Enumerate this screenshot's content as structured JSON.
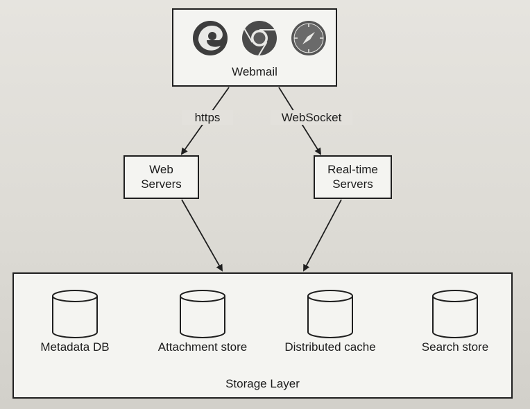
{
  "diagram": {
    "client": {
      "label": "Webmail",
      "browser_icons": [
        "edge-browser-icon",
        "chrome-browser-icon",
        "safari-browser-icon"
      ]
    },
    "connections": {
      "left": "https",
      "right": "WebSocket"
    },
    "web_servers": {
      "label": "Web\nServers"
    },
    "realtime_servers": {
      "label": "Real-time\nServers"
    },
    "storage": {
      "label": "Storage Layer",
      "stores": [
        "Metadata DB",
        "Attachment store",
        "Distributed cache",
        "Search store"
      ]
    }
  },
  "colors": {
    "ink": "#1f1f1f",
    "box_fill": "#f4f4f1",
    "edge_blue": "#3a3a3a",
    "chrome_grey": "#4a4a4a"
  }
}
